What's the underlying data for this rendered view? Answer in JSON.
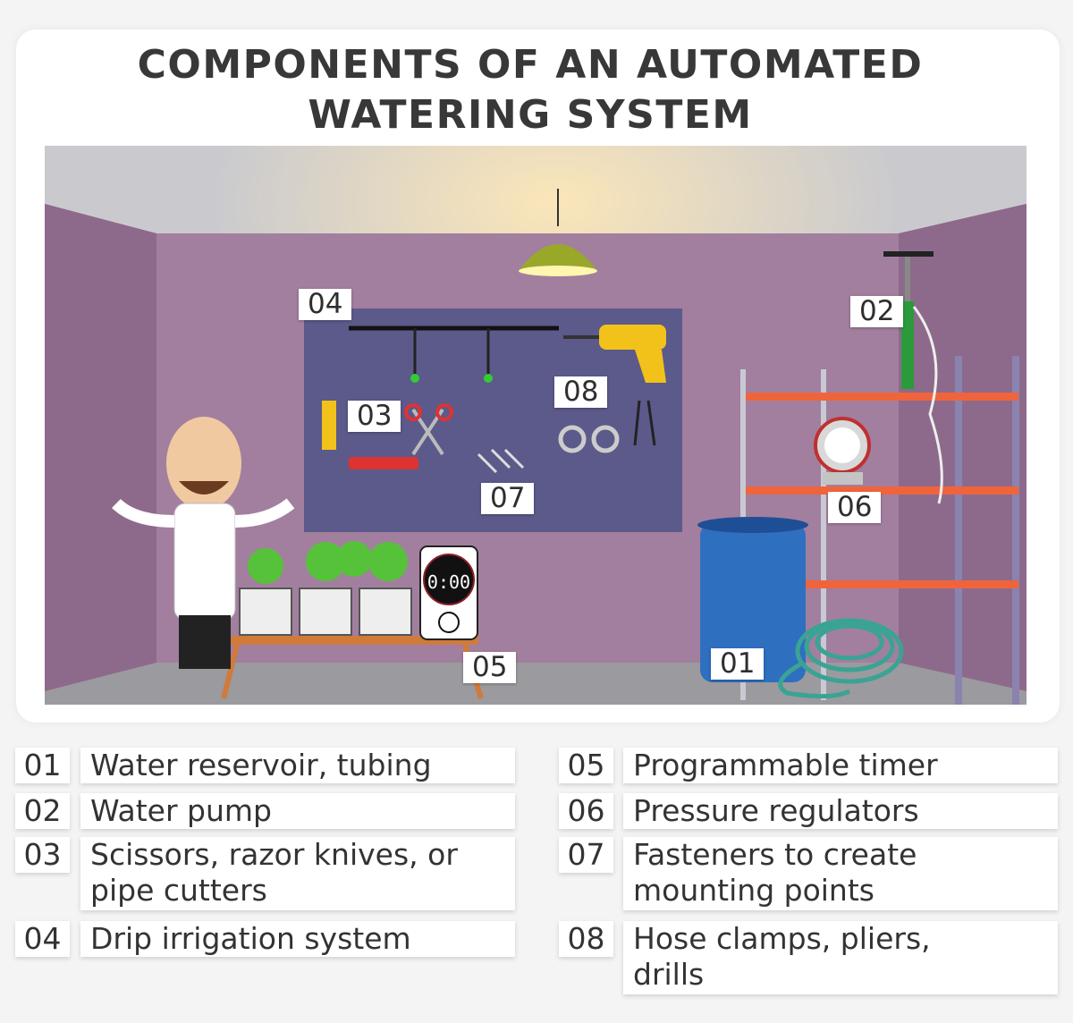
{
  "title": {
    "line1": "COMPONENTS OF AN AUTOMATED",
    "line2": "WATERING SYSTEM"
  },
  "scene_labels": [
    "01",
    "02",
    "03",
    "04",
    "05",
    "06",
    "07",
    "08"
  ],
  "timer_display": "0:00",
  "legend": [
    {
      "num": "01",
      "text": "Water reservoir, tubing"
    },
    {
      "num": "02",
      "text": "Water pump"
    },
    {
      "num": "03",
      "text": "Scissors, razor knives, or pipe cutters"
    },
    {
      "num": "04",
      "text": "Drip irrigation system"
    },
    {
      "num": "05",
      "text": "Programmable timer"
    },
    {
      "num": "06",
      "text": "Pressure regulators"
    },
    {
      "num": "07",
      "text": "Fasteners to create mounting points"
    },
    {
      "num": "08",
      "text": "Hose clamps, pliers, drills"
    }
  ],
  "colors": {
    "wall": "#a27f9e",
    "pegboard": "#5b5a8a",
    "barrel": "#2f6fc0",
    "shelf": "#f0643c"
  }
}
